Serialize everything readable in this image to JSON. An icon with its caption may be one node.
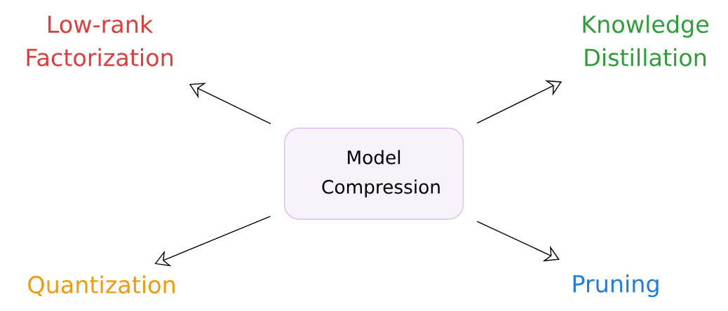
{
  "diagram": {
    "nodes": [
      {
        "text": [
          "Model Compression"
        ]
      },
      {
        "text": [
          "Low-rank Factorization"
        ]
      },
      {
        "text": [
          "Knowledge Distillation"
        ]
      },
      {
        "text": [
          "Quantization"
        ]
      },
      {
        "text": [
          "Pruning"
        ]
      }
    ],
    "edges": [
      {
        "from": 0,
        "to": 1,
        "arrow": "to"
      },
      {
        "from": 0,
        "to": 2,
        "arrow": "to"
      },
      {
        "from": 0,
        "to": 3,
        "arrow": "to"
      },
      {
        "from": 0,
        "to": 4,
        "arrow": "to"
      }
    ]
  }
}
